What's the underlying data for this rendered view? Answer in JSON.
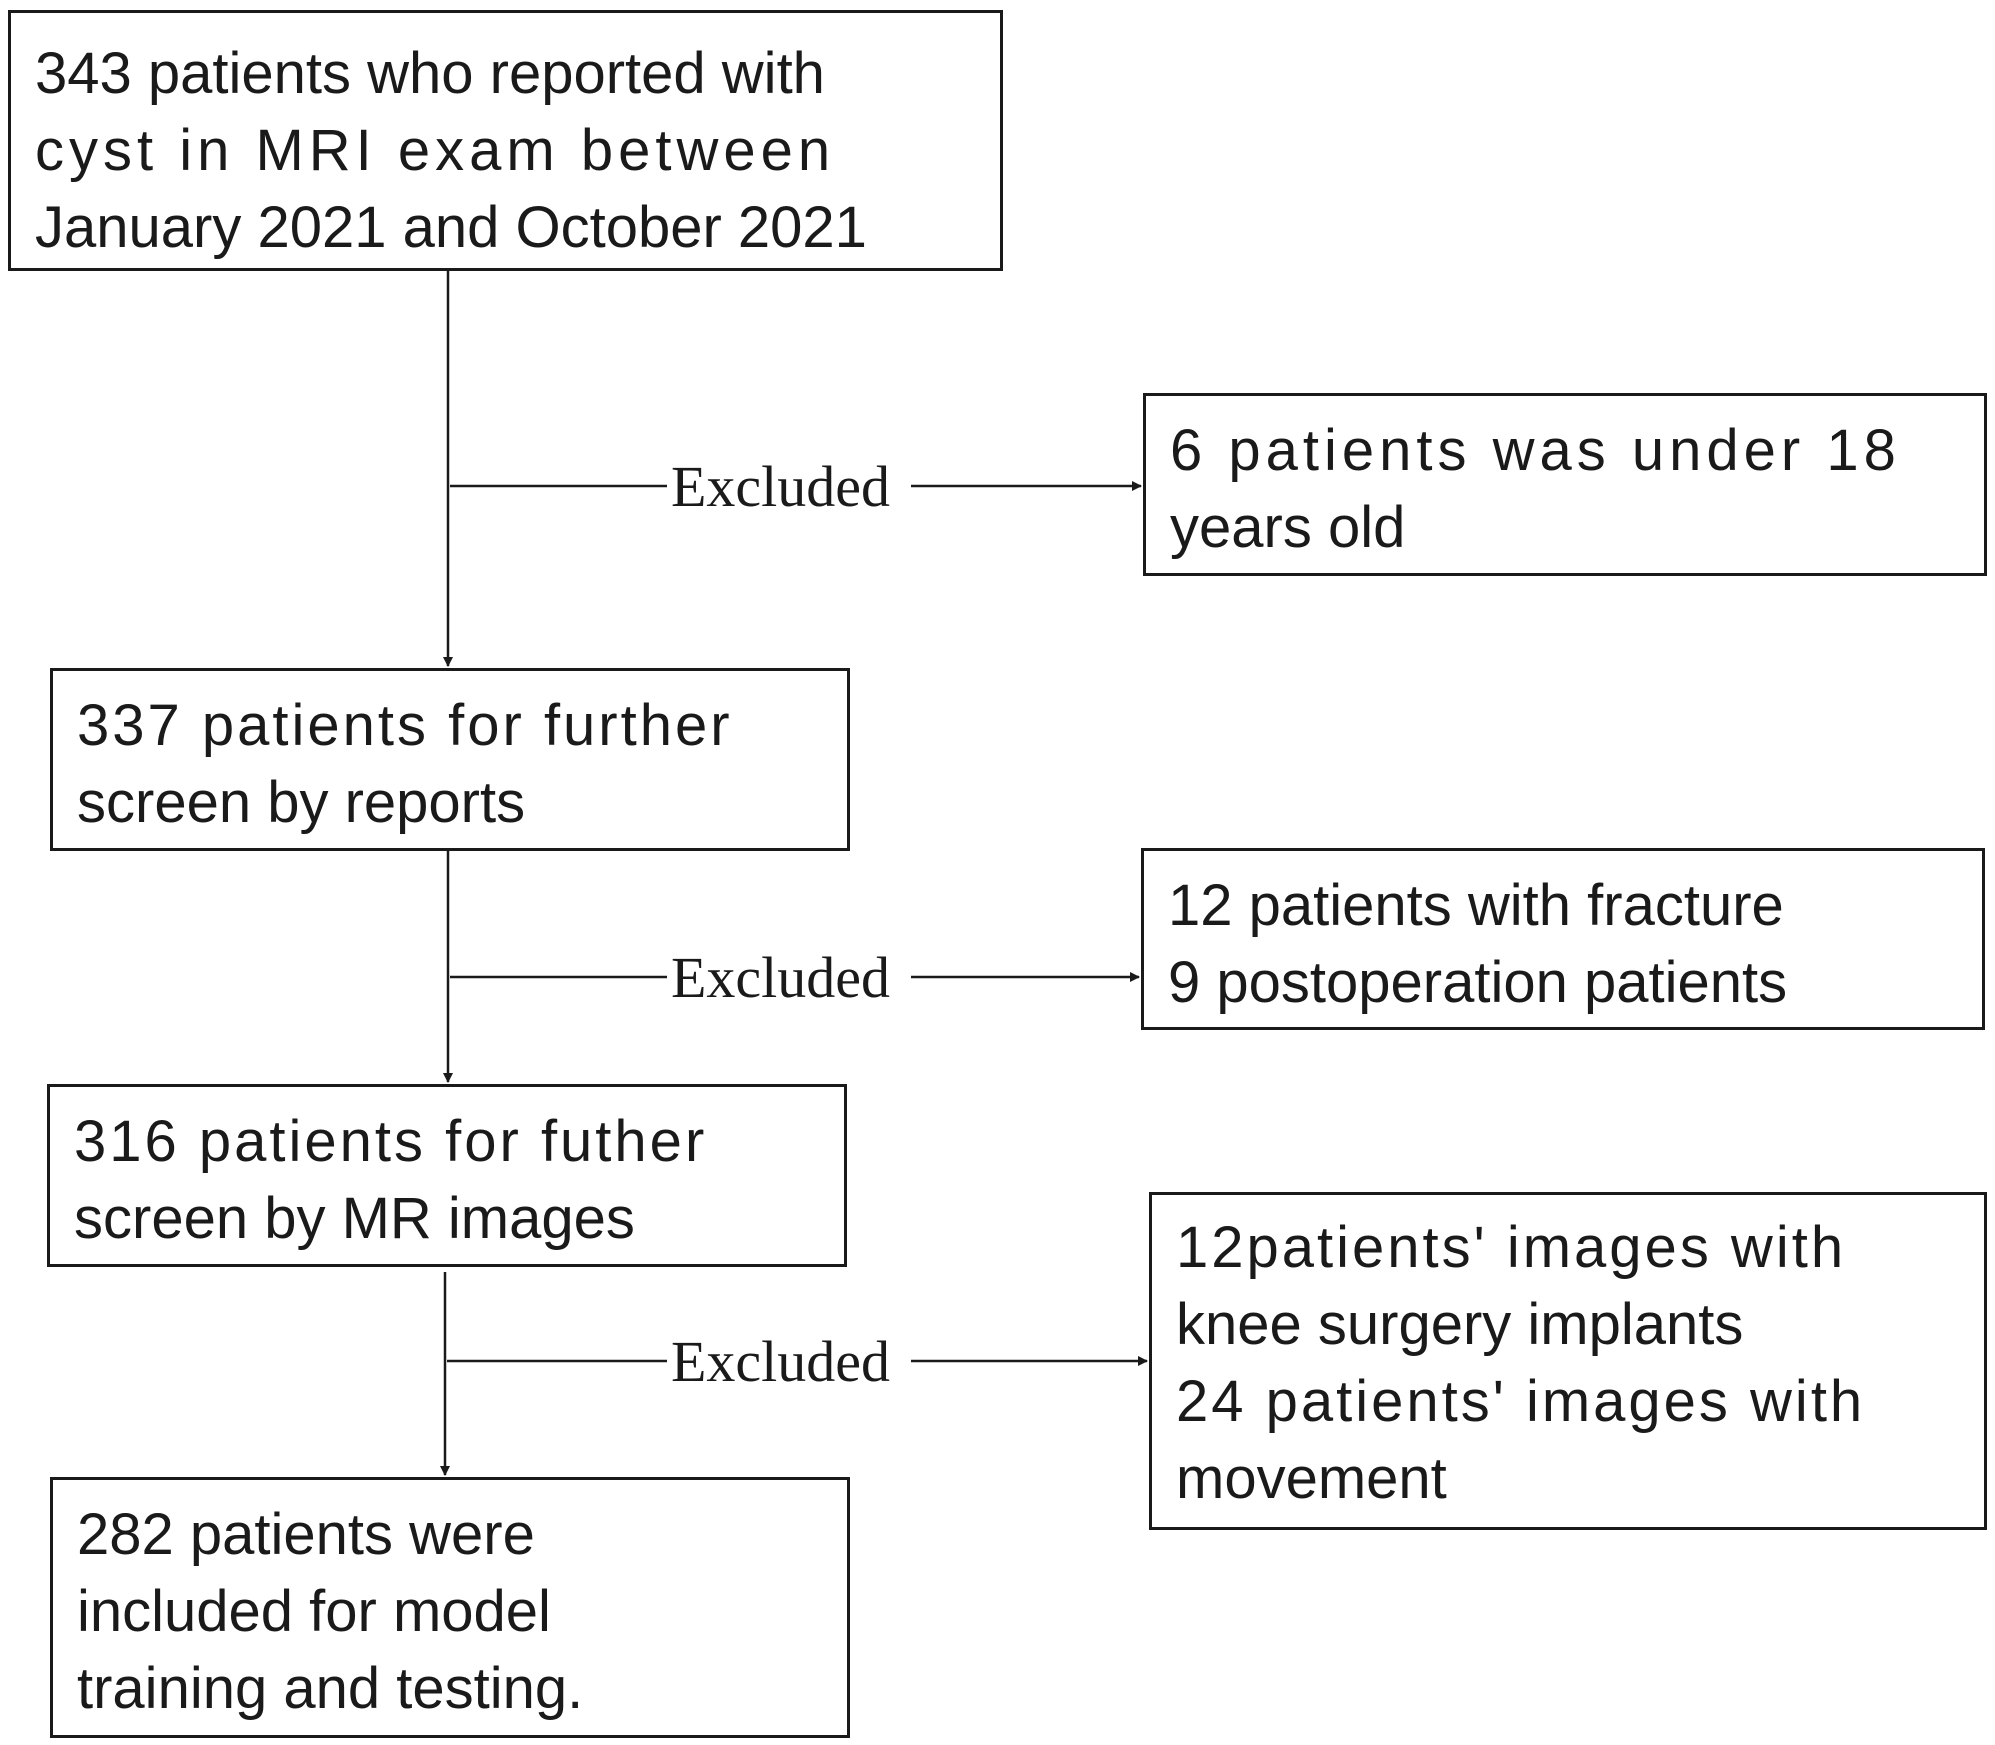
{
  "flow": {
    "box1": {
      "line1": "343 patients who reported with",
      "line2": "cyst in MRI exam between",
      "line3": "January 2021 and October 2021"
    },
    "box2": {
      "line1": " 337 patients for further",
      "line2": "screen by reports"
    },
    "box3": {
      "line1": "316 patients for futher",
      "line2": "screen by MR images"
    },
    "box4": {
      "line1": "282 patients were",
      "line2": "included for model",
      "line3": "training and testing."
    },
    "exclusion1": {
      "label": "Excluded",
      "line1": "6 patients was under 18",
      "line2": "years old"
    },
    "exclusion2": {
      "label": "Excluded",
      "line1": "12 patients with fracture",
      "line2": "9  postoperation patients"
    },
    "exclusion3": {
      "label": "Excluded",
      "line1": "12patients' images with",
      "line2": "knee surgery implants",
      "line3": "24 patients' images with",
      "line4": "movement"
    }
  },
  "colors": {
    "stroke": "#1a1a1a",
    "background": "#ffffff"
  }
}
